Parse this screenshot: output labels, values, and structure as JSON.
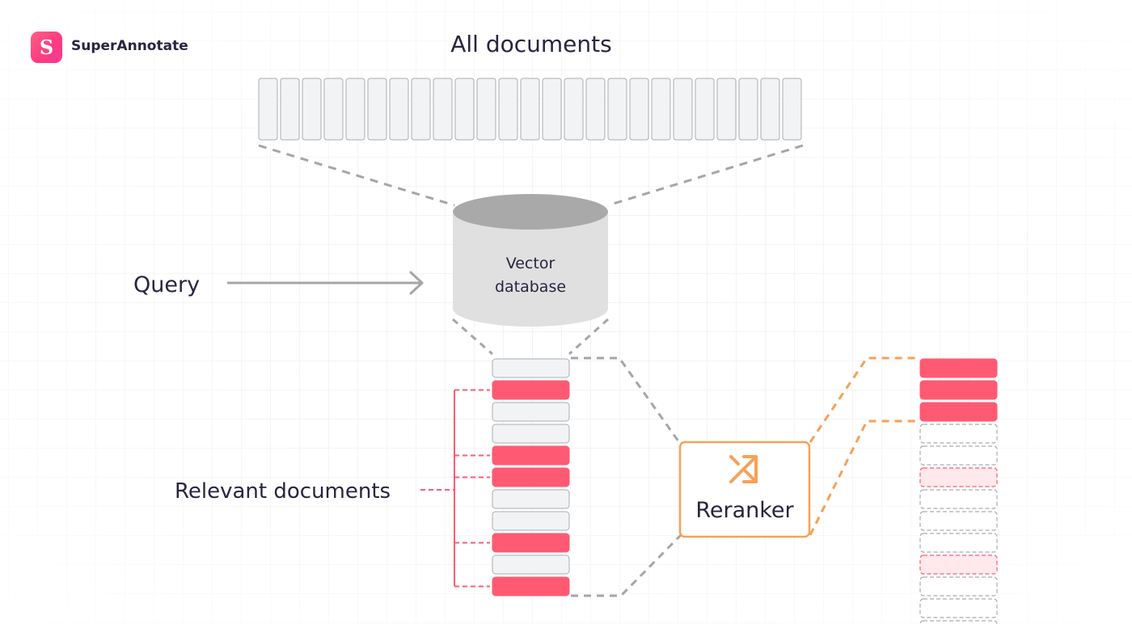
{
  "brand": {
    "logo_letter": "S",
    "name": "SuperAnnotate"
  },
  "diagram": {
    "all_documents_label": "All documents",
    "query_label": "Query",
    "database_label_line1": "Vector",
    "database_label_line2": "database",
    "relevant_documents_label": "Relevant documents",
    "reranker_label": "Reranker",
    "icons": {
      "reranker": "shuffle-icon",
      "database": "cylinder-database-icon"
    },
    "all_documents_count": 25,
    "retrieved_results": [
      "other",
      "relevant",
      "other",
      "other",
      "relevant",
      "relevant",
      "other",
      "other",
      "relevant",
      "other",
      "relevant"
    ],
    "reranked_results": [
      "relevant",
      "relevant",
      "relevant",
      "empty",
      "empty",
      "faded-relevant",
      "empty",
      "empty",
      "empty",
      "faded-relevant",
      "empty",
      "empty",
      "empty"
    ]
  },
  "colors": {
    "relevant": "#ff5a73",
    "document_fill": "#f2f3f5",
    "document_border": "#a9acb2",
    "reranker_accent": "#f4a259",
    "connector_gray": "#a6a6a6",
    "text_dark": "#2a2440",
    "cylinder_top": "#a9a9a9",
    "cylinder_body": "#e0e0e0"
  }
}
